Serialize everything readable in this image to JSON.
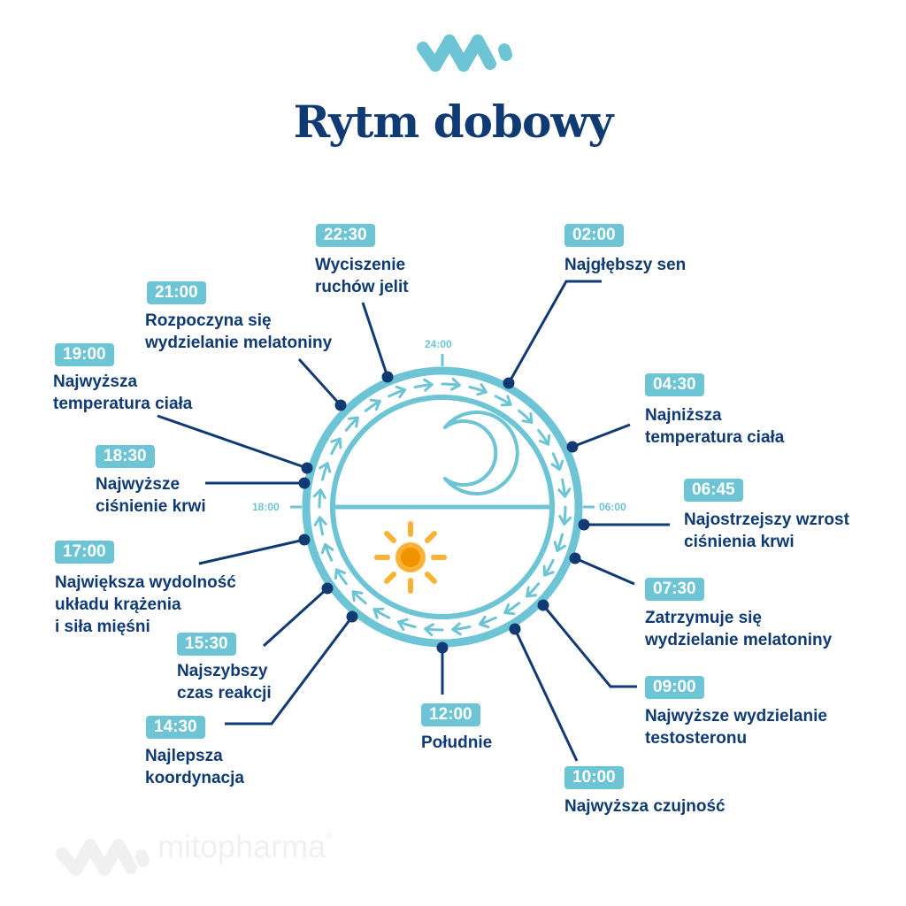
{
  "title": "Rytm dobowy",
  "brand": {
    "name": "mitopharma",
    "mark": "®",
    "logo_icon": "mitopharma-logo-icon"
  },
  "colors": {
    "accent": "#6cc4d4",
    "navy": "#0f3a73",
    "sun_outer": "#f9b233",
    "sun_inner": "#f39200",
    "watermark": "#f0f0f0"
  },
  "clock": {
    "tick_labels": {
      "top": "24:00",
      "right": "06:00",
      "left": "18:00"
    },
    "icons": {
      "night": "moon-icon",
      "day": "sun-icon"
    },
    "direction": "clockwise"
  },
  "events": [
    {
      "time": "22:30",
      "text": "Wyciszenie\nruchów jelit"
    },
    {
      "time": "02:00",
      "text": "Najgłębszy sen"
    },
    {
      "time": "21:00",
      "text": "Rozpoczyna się\nwydzielanie melatoniny"
    },
    {
      "time": "19:00",
      "text": "Najwyższa\ntemperatura ciała"
    },
    {
      "time": "04:30",
      "text": "Najniższa\ntemperatura ciała"
    },
    {
      "time": "18:30",
      "text": "Najwyższe\nciśnienie krwi"
    },
    {
      "time": "06:45",
      "text": "Najostrzejszy wzrost\nciśnienia krwi"
    },
    {
      "time": "17:00",
      "text": "Największa wydolność\nukładu krążenia\ni siła mięśni"
    },
    {
      "time": "07:30",
      "text": "Zatrzymuje się\nwydzielanie melatoniny"
    },
    {
      "time": "15:30",
      "text": "Najszybszy\nczas reakcji"
    },
    {
      "time": "09:00",
      "text": "Najwyższe wydzielanie\ntestosteronu"
    },
    {
      "time": "14:30",
      "text": "Najlepsza\nkoordynacja"
    },
    {
      "time": "12:00",
      "text": "Południe"
    },
    {
      "time": "10:00",
      "text": "Najwyższa czujność"
    }
  ]
}
